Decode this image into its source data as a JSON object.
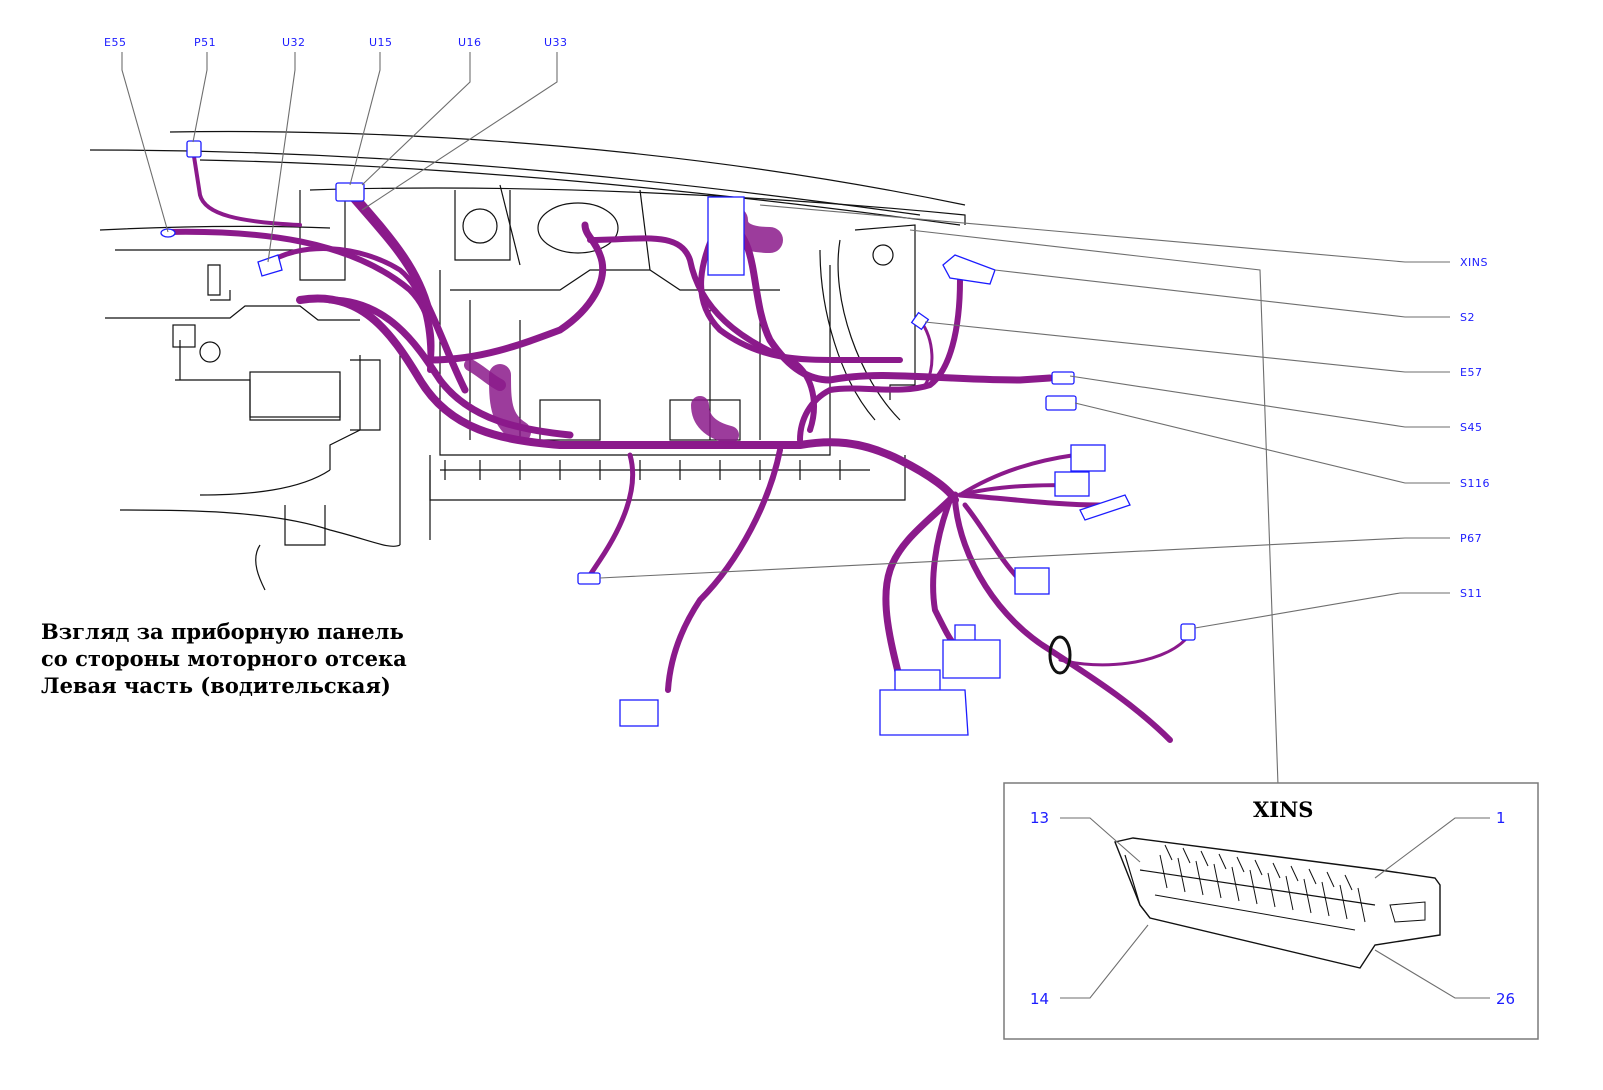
{
  "top_labels": [
    "E55",
    "P51",
    "U32",
    "U15",
    "U16",
    "U33"
  ],
  "right_labels": [
    "XINS",
    "S2",
    "E57",
    "S45",
    "S116",
    "P67",
    "S11"
  ],
  "caption_lines": [
    "Взгляд за приборную панель",
    "со стороны моторного отсека",
    "Левая часть (водительская)"
  ],
  "inset": {
    "title": "XINS",
    "pins": {
      "top_left": "13",
      "top_right": "1",
      "bottom_left": "14",
      "bottom_right": "26"
    }
  },
  "colors": {
    "harness": "#8b1a8b",
    "connector": "#1c1cff",
    "label": "#1c1cff"
  }
}
